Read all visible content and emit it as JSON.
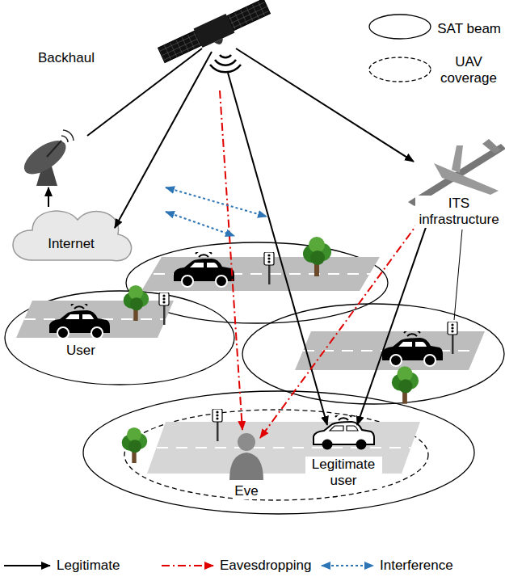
{
  "diagram": {
    "nodes": [
      {
        "text": [
          "Internet"
        ]
      },
      {
        "text": [
          "User"
        ]
      },
      {
        "text": [
          "Eve"
        ]
      },
      {
        "text": [
          "Legitimate user"
        ]
      }
    ],
    "labels": [
      "Backhaul",
      "ITS infrastructure"
    ],
    "legend": [
      {
        "text": "SAT beam"
      },
      {
        "text": "UAV coverage"
      },
      {
        "text": "Legitimate"
      },
      {
        "text": "Eavesdropping"
      },
      {
        "text": "Interference"
      }
    ]
  }
}
